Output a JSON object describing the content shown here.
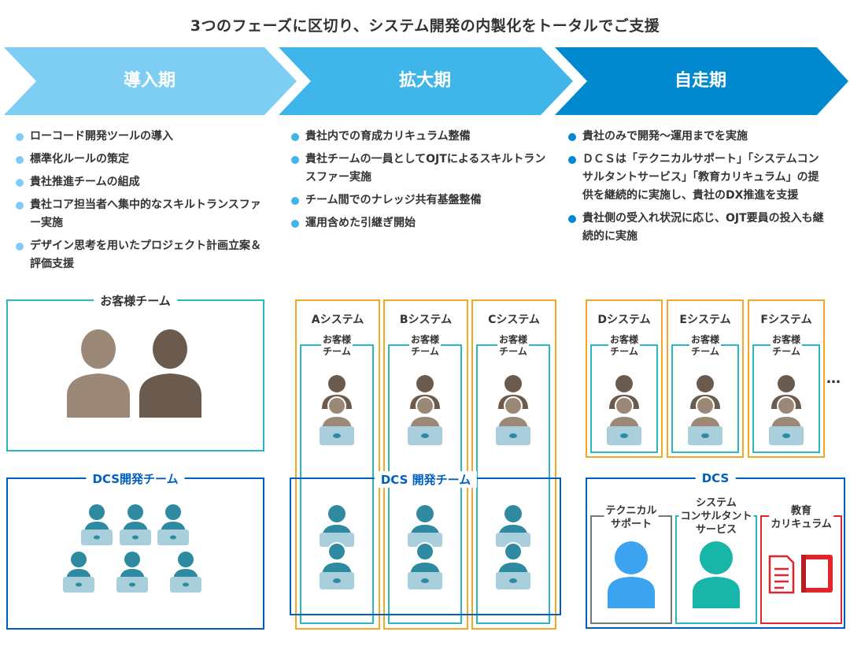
{
  "title": "3つのフェーズに区切り、システム開発の内製化をトータルでご支援",
  "colors": {
    "phase1": "#7ecef4",
    "phase2": "#3fb5ea",
    "phase3": "#0089cf",
    "teal": "#2bb7c0",
    "blue": "#0060c0",
    "orange": "#f5a623",
    "red": "#e0262b",
    "brown_light": "#9b8877",
    "brown_dark": "#6b5a4e",
    "dcs_person": "#2e8aa0",
    "laptop": "#a9cfdc"
  },
  "phases": [
    {
      "label": "導入期",
      "bullets": [
        "ローコード開発ツールの導入",
        "標準化ルールの策定",
        "貴社推進チームの組成",
        "貴社コア担当者へ集中的なスキルトランスファー実施",
        "デザイン思考を用いたプロジェクト計画立案＆評価支援"
      ]
    },
    {
      "label": "拡大期",
      "bullets": [
        "貴社内での育成カリキュラム整備",
        "貴社チームの一員としてOJTによるスキルトランスファー実施",
        "チーム間でのナレッジ共有基盤整備",
        "運用含めた引継ぎ開始"
      ]
    },
    {
      "label": "自走期",
      "bullets": [
        "貴社のみで開発〜運用までを実施",
        "ＤＣＳは「テクニカルサポート」「システムコンサルタントサービス」「教育カリキュラム」の提供を継続的に実施し、貴社のDX推進を支援",
        "貴社側の受入れ状況に応じ、OJT要員の投入も継続的に実施"
      ]
    }
  ],
  "left": {
    "customer_team": "お客様チーム",
    "dcs_team": "DCS開発チーム"
  },
  "middle": {
    "systems": [
      "Aシステム",
      "Bシステム",
      "Cシステム"
    ],
    "customer_team": "お客様\nチーム",
    "dcs_team": "DCS 開発チーム"
  },
  "right": {
    "systems": [
      "Dシステム",
      "Eシステム",
      "Fシステム"
    ],
    "customer_team": "お客様\nチーム",
    "ellipsis": "…",
    "dcs": "DCS",
    "services": [
      "テクニカル\nサポート",
      "システム\nコンサルタント\nサービス",
      "教育\nカリキュラム"
    ]
  }
}
